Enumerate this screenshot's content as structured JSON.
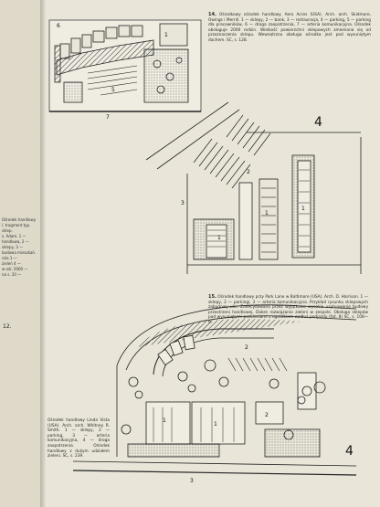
{
  "figures": {
    "fig14": {
      "number": "14.",
      "caption": "Ośrodkowy ośrodek handlowy. Aero Acres (USA). Arch. arch. Skidmore, Owings i Merrill. 1 — sklepy, 2 — bank, 3 — restauracja, 4 — parking, 5 — parking dla pracowników, 6 — droga zaopatrzenia, 7 — arteria komunikacyjna. Ośrodek obsługuje 2000 rodzin. Wielkość powierzchni sklepowych zmieniona się od przeznaczenia sklepu. Wewnętrzna obsługa ośrodka jest pod wysuniętym dachem. SC, s. 128."
    },
    "fig15": {
      "number": "15.",
      "caption": "Ośrodek handlowy przy Park Lane w Baltimore (USA). Arch. D. Harrison. 1 — sklepy, 2 — parkingi, 3 — arteria komunikacyjna. Przykład rysunku sklepowych zabudowy ulic. Zadecydowano przez wyjątkowo wysokie usytuowanie budowy przestrzeni handlowej. Dobre rozwiązanie zieleni w zespole. Obsługa sklepów pod wysuniętymi podcieniami z ogródkiem wzdłuż podjazdu (fot. 8) SC, s. 108—9."
    },
    "fig16": {
      "caption": "Ośrodek handlowy Linda Vista (USA). Arch. arch. Whitney R. Smith. 1 — sklepy, 2 — parking, 3 — arteria komunikacyjna, 4 — droga zaopatrzenia. Ośrodek handlowy z dużym udziałem zieleni. SC, s. 239."
    }
  },
  "left_page": {
    "number": "12.",
    "fragments": [
      "Ośrodek handlowy",
      "i. tragment typ. sklep.",
      "s. Adam. 1 —",
      "handlowa, 2 —",
      "sklepy, 3 —",
      "budowa mieszkań.",
      "rola 1 —",
      "zieleń 4 —",
      "w ośr. 2000 —",
      "na s. 20 —"
    ]
  },
  "labels": {
    "shop": "1",
    "parking": "2",
    "artery": "3",
    "supply": "4",
    "parking_staff": "5",
    "supply_road": "6",
    "road": "7"
  }
}
